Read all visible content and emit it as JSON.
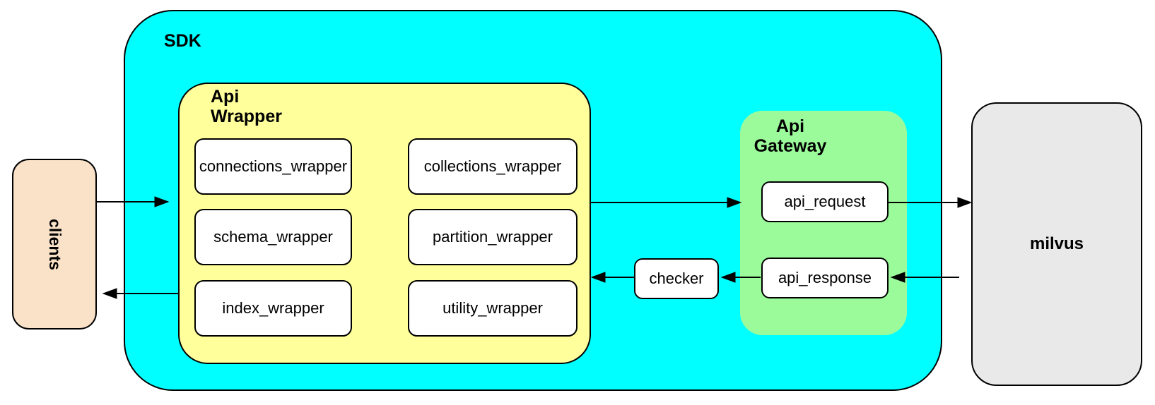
{
  "diagram": {
    "clients": {
      "label": "clients",
      "fill": "#FAE2C8"
    },
    "sdk": {
      "label": "SDK",
      "fill": "#00FFFF"
    },
    "api_wrapper": {
      "label": "Api Wrapper",
      "fill": "#FFFF9B",
      "modules": [
        {
          "label": "connections_wrapper"
        },
        {
          "label": "collections_wrapper"
        },
        {
          "label": "schema_wrapper"
        },
        {
          "label": "partition_wrapper"
        },
        {
          "label": "index_wrapper"
        },
        {
          "label": "utility_wrapper"
        }
      ]
    },
    "checker": {
      "label": "checker",
      "fill": "#FFFFFF"
    },
    "api_gateway": {
      "label": "Api Gateway",
      "fill": "#9BFB9B",
      "modules": [
        {
          "label": "api_request"
        },
        {
          "label": "api_response"
        }
      ]
    },
    "milvus": {
      "label": "milvus",
      "fill": "#E9E9E9"
    },
    "module_fill": "#FFFFFF",
    "border_color": "#000000",
    "background": "#FFFFFF",
    "edges": [
      {
        "from": "clients",
        "to": "sdk"
      },
      {
        "from": "sdk",
        "to": "clients"
      },
      {
        "from": "api_wrapper",
        "to": "api_gateway"
      },
      {
        "from": "api_request",
        "to": "milvus"
      },
      {
        "from": "milvus",
        "to": "api_response"
      },
      {
        "from": "api_response",
        "to": "checker"
      },
      {
        "from": "checker",
        "to": "api_wrapper"
      }
    ]
  }
}
